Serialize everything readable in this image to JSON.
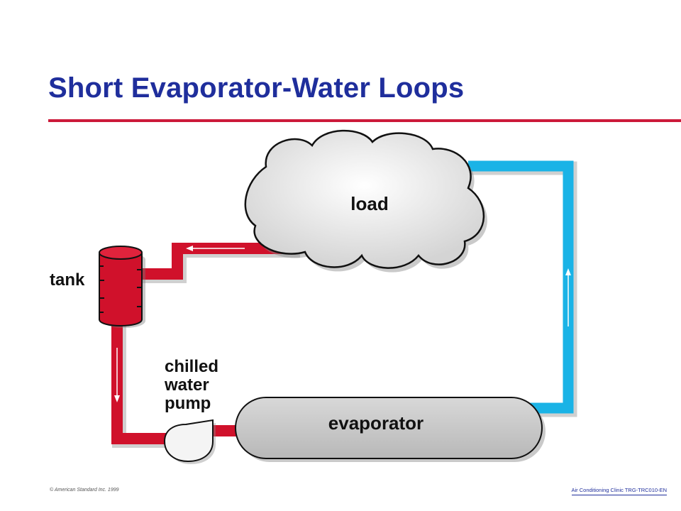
{
  "slide": {
    "title": "Short Evaporator-Water Loops"
  },
  "diagram": {
    "labels": {
      "load": "load",
      "tank": "tank",
      "pump_line1": "chilled",
      "pump_line2": "water",
      "pump_line3": "pump",
      "evaporator": "evaporator"
    },
    "colors": {
      "supply_pipe": "#d0112b",
      "return_pipe": "#1ab3e6",
      "evaporator_fill": "#c8c8c8",
      "load_fill": "#e6e6e6",
      "tank_fill": "#d0112b"
    }
  },
  "footer": {
    "copyright": "© American Standard Inc. 1999",
    "course": "Air Conditioning Clinic TRG-TRC010-EN"
  }
}
